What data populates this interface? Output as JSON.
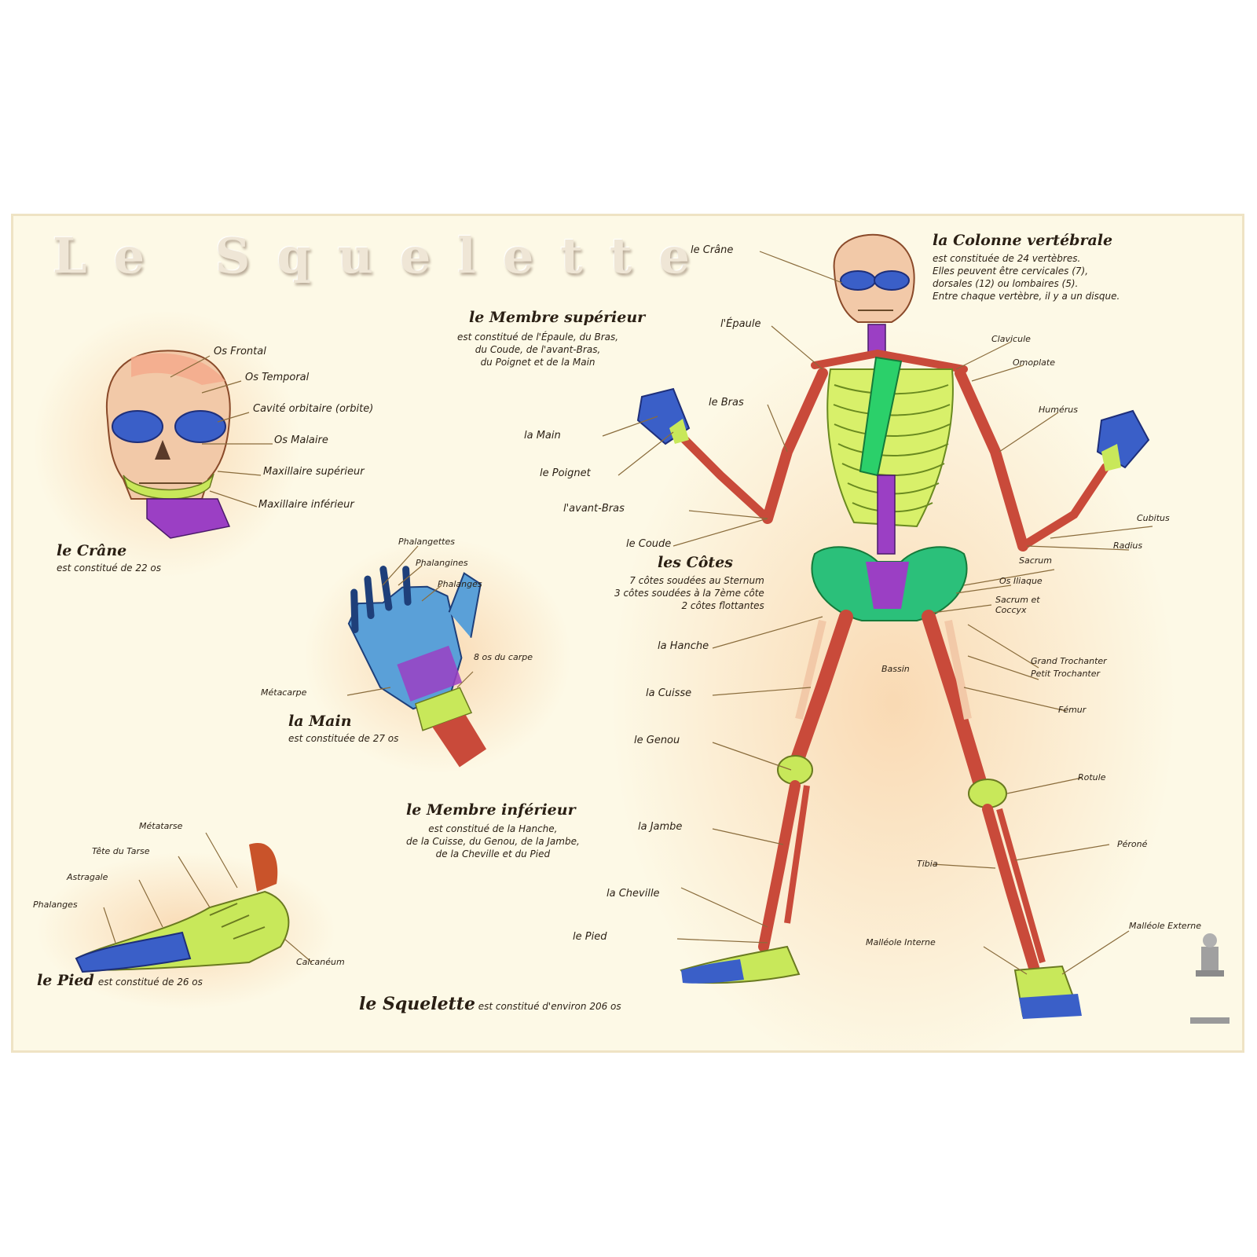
{
  "poster": {
    "title": "Le Squelette",
    "footer_title": "le Squelette",
    "footer_text": "est constitué d'environ 206 os"
  },
  "sections": {
    "crane": {
      "title": "le Crâne",
      "text": "est constitué de 22 os"
    },
    "main": {
      "title": "la Main",
      "text": "est constituée de 27 os"
    },
    "pied": {
      "title": "le Pied",
      "text": "est constitué de 26 os"
    },
    "membre_sup": {
      "title": "le Membre supérieur",
      "text": "est constitué de l'Épaule, du Bras,\ndu Coude, de l'avant-Bras,\ndu Poignet et de la Main"
    },
    "membre_inf": {
      "title": "le Membre inférieur",
      "text": "est constitué de la Hanche,\nde la Cuisse, du Genou, de la Jambe,\nde la Cheville et du Pied"
    },
    "colonne": {
      "title": "la Colonne vertébrale",
      "text": "est constituée de 24 vertèbres.\nElles peuvent être cervicales (7),\ndorsales (12) ou lombaires (5).\nEntre chaque vertèbre, il y a un disque."
    },
    "cotes": {
      "title": "les Côtes",
      "text": "7 côtes soudées au Sternum\n3 côtes soudées à la 7ème côte\n2 côtes flottantes"
    }
  },
  "skull_labels": [
    "Os Frontal",
    "Os Temporal",
    "Cavité orbitaire (orbite)",
    "Os Malaire",
    "Maxillaire supérieur",
    "Maxillaire inférieur"
  ],
  "hand_labels": [
    "Phalangettes",
    "Phalangines",
    "Phalanges",
    "8 os du carpe",
    "Métacarpe"
  ],
  "foot_labels": [
    "Métatarse",
    "Tête du Tarse",
    "Astragale",
    "Phalanges",
    "Calcanéum"
  ],
  "body_left_labels": [
    "le Crâne",
    "l'Épaule",
    "le Bras",
    "la Main",
    "le Poignet",
    "l'avant-Bras",
    "le Coude",
    "la Hanche",
    "la Cuisse",
    "le Genou",
    "la Jambe",
    "la Cheville",
    "le Pied"
  ],
  "body_right_labels": [
    "Clavicule",
    "Omoplate",
    "Humérus",
    "Cubitus",
    "Radius",
    "Sacrum",
    "Os Iliaque",
    "Sacrum et Coccyx",
    "Grand Trochanter",
    "Petit Trochanter",
    "Fémur",
    "Rotule",
    "Péroné",
    "Tibia",
    "Malléole Externe",
    "Malléole Interne",
    "Bassin"
  ],
  "colors": {
    "background": "#fdf9e6",
    "bone_red": "#c94a3a",
    "bone_green": "#4fd36a",
    "bone_lime": "#c8e85a",
    "bone_purple": "#9b3fc4",
    "bone_blue": "#3a5fc8",
    "bone_skin": "#f2c9a8"
  }
}
